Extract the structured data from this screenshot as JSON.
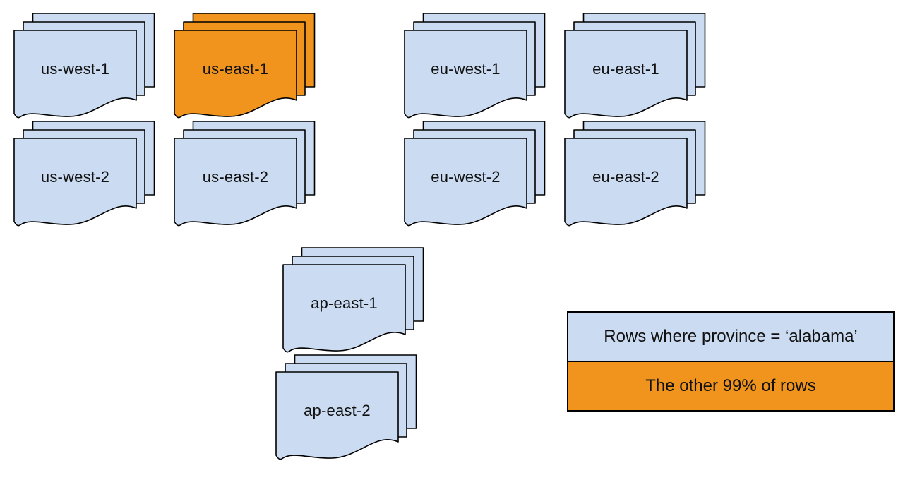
{
  "colors": {
    "blue": "#cbdcf2",
    "orange": "#f0941d",
    "stroke": "#000000",
    "background": "#ffffff"
  },
  "stacks": [
    {
      "label": "us-west-1",
      "variant": "blue"
    },
    {
      "label": "us-east-1",
      "variant": "orange"
    },
    {
      "label": "eu-west-1",
      "variant": "blue"
    },
    {
      "label": "eu-east-1",
      "variant": "blue"
    },
    {
      "label": "us-west-2",
      "variant": "blue"
    },
    {
      "label": "us-east-2",
      "variant": "blue"
    },
    {
      "label": "eu-west-2",
      "variant": "blue"
    },
    {
      "label": "eu-east-2",
      "variant": "blue"
    },
    {
      "label": "ap-east-1",
      "variant": "blue"
    },
    {
      "label": "ap-east-2",
      "variant": "blue"
    }
  ],
  "legend": {
    "items": [
      {
        "label": "Rows where province = ‘alabama’",
        "color": "#cbdcf2"
      },
      {
        "label": "The other 99% of rows",
        "color": "#f0941d"
      }
    ]
  }
}
